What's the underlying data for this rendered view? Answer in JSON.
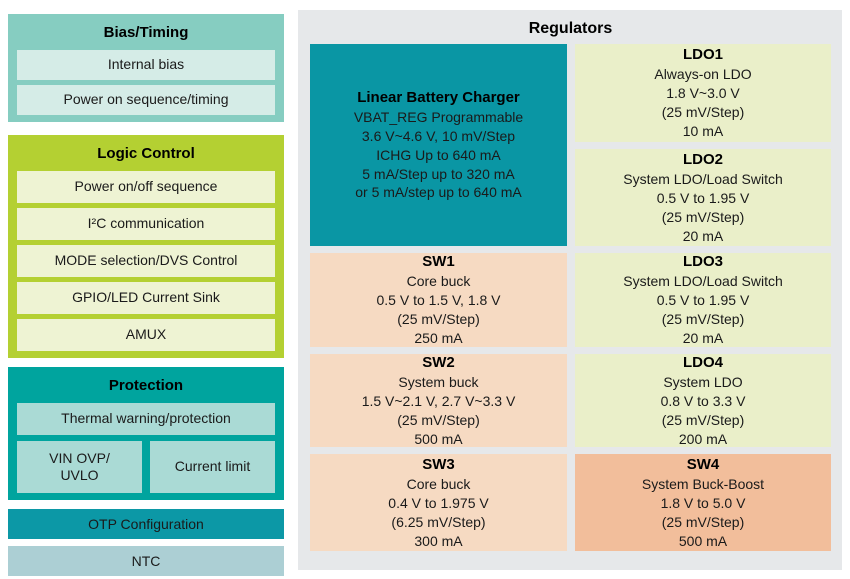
{
  "colors": {
    "page_bg": "#ffffff",
    "panel_bg": "#E6E8EA",
    "bias_bg": "#86CDC1",
    "bias_item_bg": "#D5ECE7",
    "logic_bg": "#B4D032",
    "logic_item_bg": "#EEF3D3",
    "protection_bg": "#00A49E",
    "protection_item_bg": "#AADAD5",
    "otp_bg": "#0C98A6",
    "ntc_bg": "#ACCFD4",
    "charger_bg": "#0A96A4",
    "ldo_bg": "#EAEFC9",
    "sw_bg": "#F6DAC2",
    "sw4_bg": "#F2BE9B",
    "text": "#1A1A1A"
  },
  "left_column": {
    "groups": [
      {
        "title": "Bias/Timing",
        "items": [
          "Internal bias",
          "Power on sequence/timing"
        ]
      },
      {
        "title": "Logic Control",
        "items": [
          "Power on/off sequence",
          "I²C communication",
          "MODE selection/DVS Control",
          "GPIO/LED Current Sink",
          "AMUX"
        ]
      },
      {
        "title": "Protection",
        "items": [
          "Thermal warning/protection"
        ],
        "split": [
          "VIN OVP/\nUVLO",
          "Current limit"
        ]
      }
    ],
    "bars": [
      {
        "label": "OTP Configuration"
      },
      {
        "label": "NTC"
      }
    ]
  },
  "regulators": {
    "title": "Regulators",
    "charger": {
      "title": "Linear Battery Charger",
      "lines": [
        "VBAT_REG Programmable",
        "3.6 V~4.6 V, 10 mV/Step",
        "ICHG Up to 640 mA",
        "5 mA/Step up to 320 mA",
        "or 5 mA/step up to 640 mA"
      ]
    },
    "blocks": [
      {
        "name": "LDO1",
        "lines": [
          "Always-on LDO",
          "1.8 V~3.0 V",
          "(25 mV/Step)",
          "10 mA"
        ]
      },
      {
        "name": "LDO2",
        "lines": [
          "System LDO/Load Switch",
          "0.5 V to 1.95 V",
          "(25 mV/Step)",
          "20 mA"
        ]
      },
      {
        "name": "SW1",
        "lines": [
          "Core buck",
          "0.5 V to 1.5 V, 1.8 V",
          "(25 mV/Step)",
          "250 mA"
        ]
      },
      {
        "name": "LDO3",
        "lines": [
          "System LDO/Load Switch",
          "0.5 V to 1.95 V",
          "(25 mV/Step)",
          "20 mA"
        ]
      },
      {
        "name": "SW2",
        "lines": [
          "System buck",
          "1.5 V~2.1 V, 2.7 V~3.3 V",
          "(25 mV/Step)",
          "500 mA"
        ]
      },
      {
        "name": "LDO4",
        "lines": [
          "System LDO",
          "0.8 V to 3.3 V",
          "(25 mV/Step)",
          "200 mA"
        ]
      },
      {
        "name": "SW3",
        "lines": [
          "Core buck",
          "0.4 V to 1.975 V",
          "(6.25 mV/Step)",
          "300 mA"
        ]
      },
      {
        "name": "SW4",
        "lines": [
          "System Buck-Boost",
          "1.8 V to 5.0 V",
          "(25 mV/Step)",
          "500 mA"
        ]
      }
    ]
  }
}
